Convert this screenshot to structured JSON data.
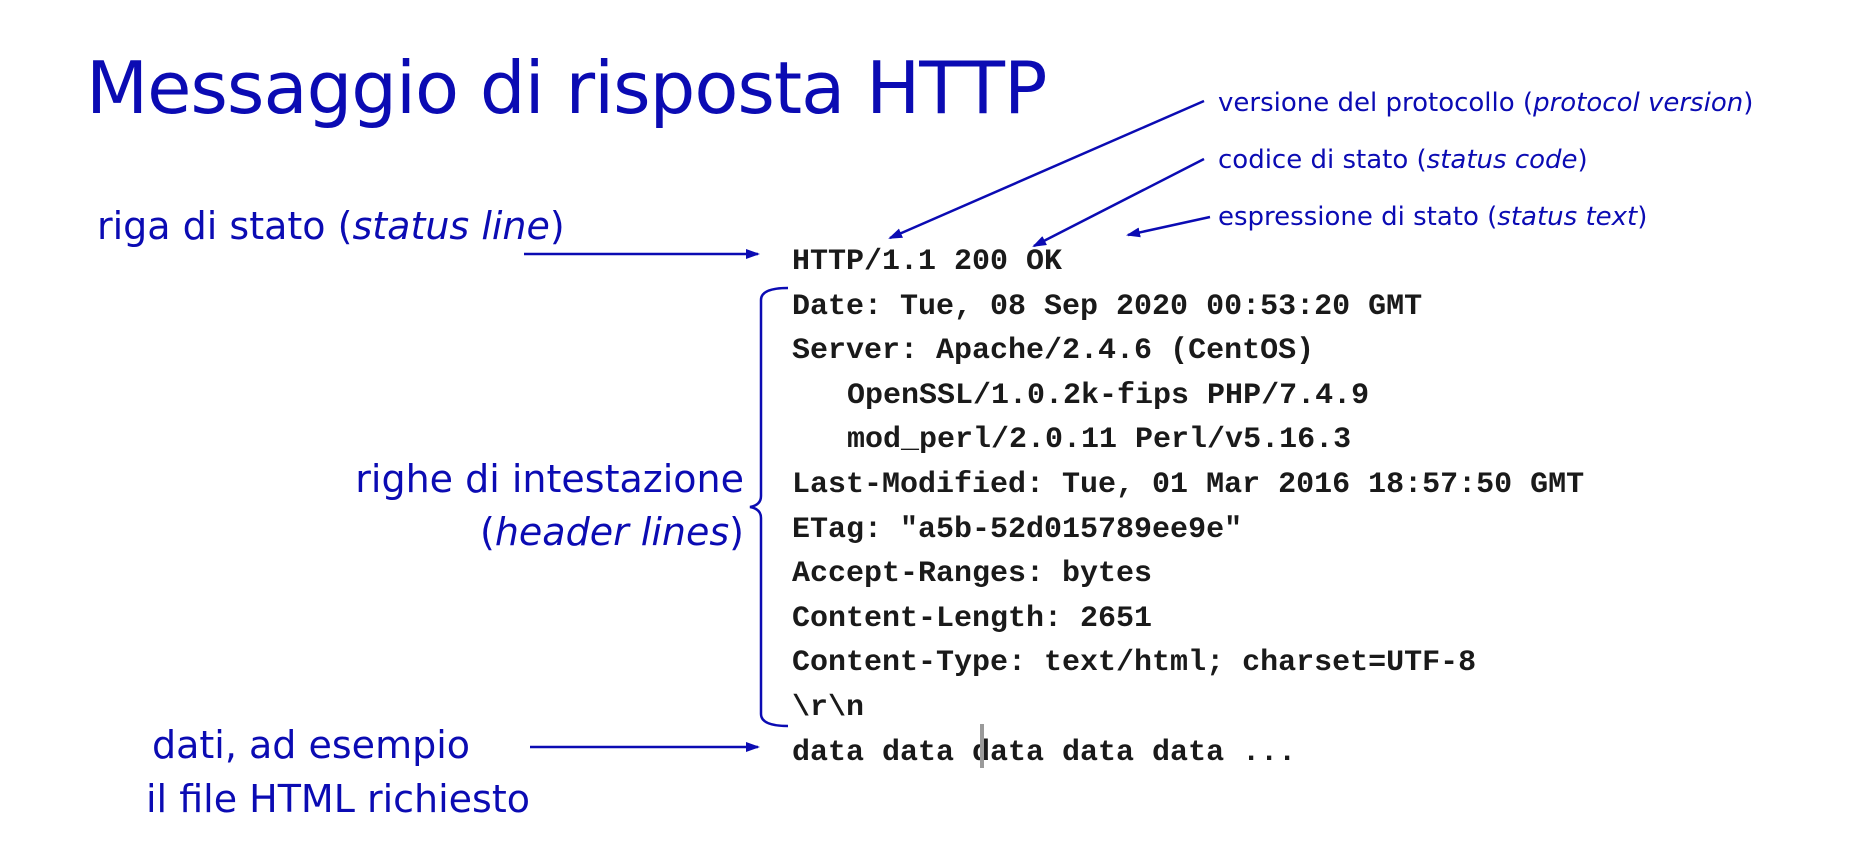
{
  "title": "Messaggio di risposta HTTP",
  "annotations": {
    "protocol_version": {
      "main": "versione del protocollo (",
      "italic": "protocol version",
      "end": ")"
    },
    "status_code": {
      "main": "codice di stato (",
      "italic": "status code",
      "end": ")"
    },
    "status_text": {
      "main": "espressione di stato (",
      "italic": "status text",
      "end": ")"
    },
    "status_line": {
      "main": "riga di stato (",
      "italic": "status line",
      "end": ")"
    },
    "header_lines": {
      "line1": "righe di intestazione",
      "open": "(",
      "italic": "header lines",
      "end": ")"
    },
    "data": {
      "line1": "dati, ad esempio",
      "line2": "il file HTML richiesto"
    }
  },
  "message": {
    "status_line": "HTTP/1.1 200 OK",
    "headers": [
      "Date: Tue, 08 Sep 2020 00:53:20 GMT",
      "Server: Apache/2.4.6 (CentOS)",
      "OpenSSL/1.0.2k-fips PHP/7.4.9",
      "mod_perl/2.0.11 Perl/v5.16.3",
      "Last-Modified: Tue, 01 Mar 2016 18:57:50 GMT",
      "ETag: \"a5b-52d015789ee9e\"",
      "Accept-Ranges: bytes",
      "Content-Length: 2651",
      "Content-Type: text/html; charset=UTF-8"
    ],
    "crlf": "\\r\\n",
    "body": "data data data data data ..."
  },
  "colors": {
    "accent": "#0b0bb3",
    "code": "#1a1a1a"
  }
}
